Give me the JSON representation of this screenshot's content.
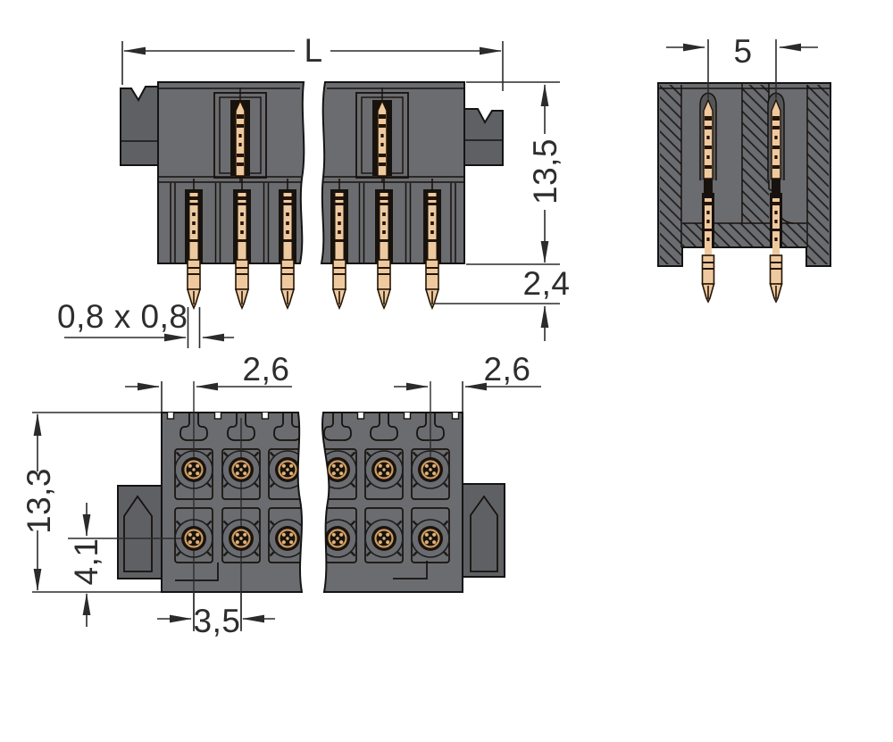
{
  "drawing": {
    "kind": "connector-technical-drawing",
    "colors": {
      "background": "#ffffff",
      "body_gray": "#6b6c70",
      "flange_gray": "#5f6064",
      "outline": "#141414",
      "slot_dark": "#17120d",
      "pin_copper": "#eec9a0",
      "pin_marks": "#241504",
      "gold_ring": "#cf9c5c",
      "dimension_lines": "#2b2b2b",
      "dimension_text": "#2d2d2d"
    },
    "views": {
      "side": {
        "name": "side-view",
        "dims": {
          "length": "L",
          "height": "13,5",
          "pin_protrusion": "2,4",
          "pin_cross_section": "0,8 x 0,8"
        }
      },
      "section": {
        "name": "section-view",
        "dims": {
          "row_pitch": "5"
        }
      },
      "top": {
        "name": "top-view",
        "dims": {
          "edge_to_pin_left": "2,6",
          "edge_to_pin_right": "2,6",
          "depth": "13,3",
          "row_to_edge": "4,1",
          "pole_pitch": "3,5"
        }
      }
    }
  }
}
